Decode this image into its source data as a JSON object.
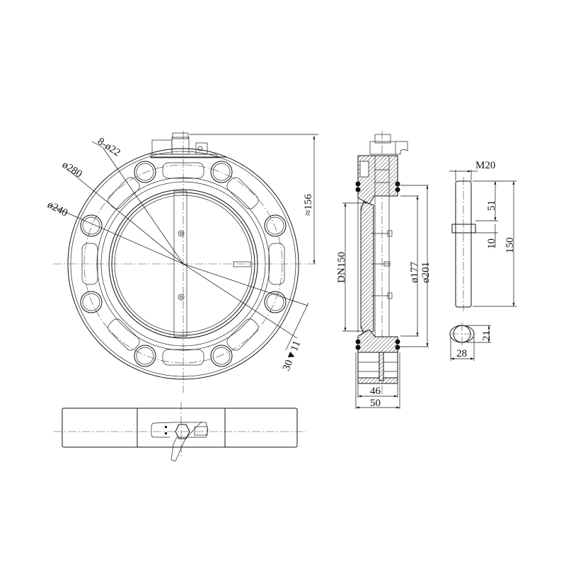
{
  "drawing": {
    "subject": "Butterfly valve DN150 technical drawing",
    "front_view": {
      "labels": {
        "bolt_holes": "8-ø22",
        "outer_diameter": "ø280",
        "pcd": "ø240",
        "height": "≈156",
        "slot": "30▼11"
      }
    },
    "side_view": {
      "labels": {
        "nominal": "DN150",
        "d177": "ø177",
        "d201": "ø201",
        "w46": "46",
        "w50": "50"
      }
    },
    "shaft_detail": {
      "labels": {
        "thread": "M20",
        "len51": "51",
        "len10": "10",
        "len150": "150"
      }
    },
    "square_detail": {
      "labels": {
        "h21": "21",
        "w28": "28"
      }
    },
    "top_view": {
      "labels": {}
    }
  }
}
